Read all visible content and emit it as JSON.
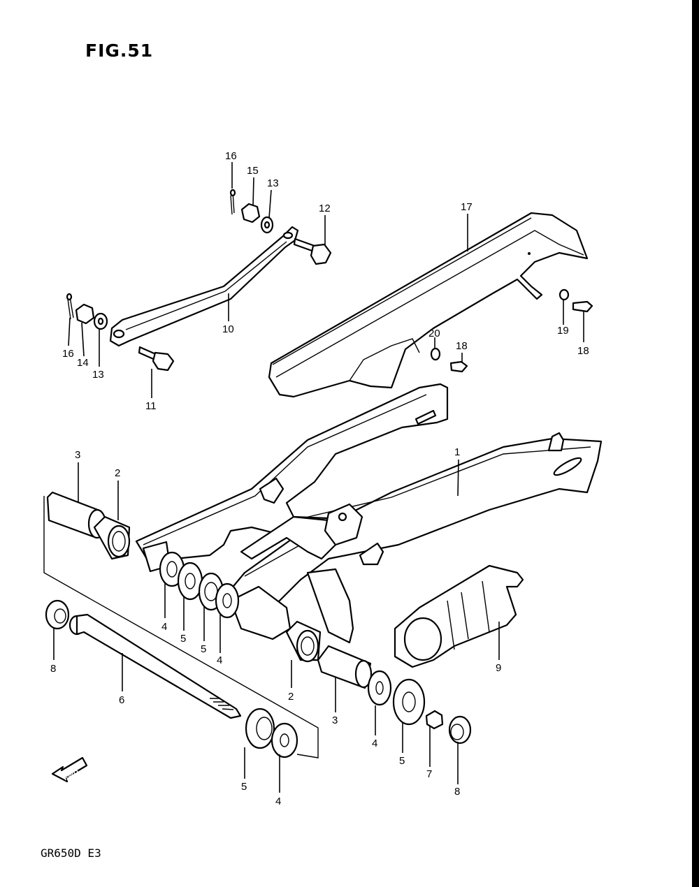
{
  "figure": {
    "title": "FIG.51",
    "model": "GR650D E3"
  },
  "fwd_label": "FWD",
  "callouts": [
    {
      "id": "c1",
      "label": "1"
    },
    {
      "id": "c2a",
      "label": "2"
    },
    {
      "id": "c2b",
      "label": "2"
    },
    {
      "id": "c3a",
      "label": "3"
    },
    {
      "id": "c3b",
      "label": "3"
    },
    {
      "id": "c4a",
      "label": "4"
    },
    {
      "id": "c4b",
      "label": "4"
    },
    {
      "id": "c4c",
      "label": "4"
    },
    {
      "id": "c4d",
      "label": "4"
    },
    {
      "id": "c5a",
      "label": "5"
    },
    {
      "id": "c5b",
      "label": "5"
    },
    {
      "id": "c5c",
      "label": "5"
    },
    {
      "id": "c5d",
      "label": "5"
    },
    {
      "id": "c6",
      "label": "6"
    },
    {
      "id": "c7",
      "label": "7"
    },
    {
      "id": "c8a",
      "label": "8"
    },
    {
      "id": "c8b",
      "label": "8"
    },
    {
      "id": "c9",
      "label": "9"
    },
    {
      "id": "c10",
      "label": "10"
    },
    {
      "id": "c11",
      "label": "11"
    },
    {
      "id": "c12",
      "label": "12"
    },
    {
      "id": "c13a",
      "label": "13"
    },
    {
      "id": "c13b",
      "label": "13"
    },
    {
      "id": "c14",
      "label": "14"
    },
    {
      "id": "c15",
      "label": "15"
    },
    {
      "id": "c16a",
      "label": "16"
    },
    {
      "id": "c16b",
      "label": "16"
    },
    {
      "id": "c17",
      "label": "17"
    },
    {
      "id": "c18a",
      "label": "18"
    },
    {
      "id": "c18b",
      "label": "18"
    },
    {
      "id": "c19",
      "label": "19"
    },
    {
      "id": "c20",
      "label": "20"
    }
  ]
}
